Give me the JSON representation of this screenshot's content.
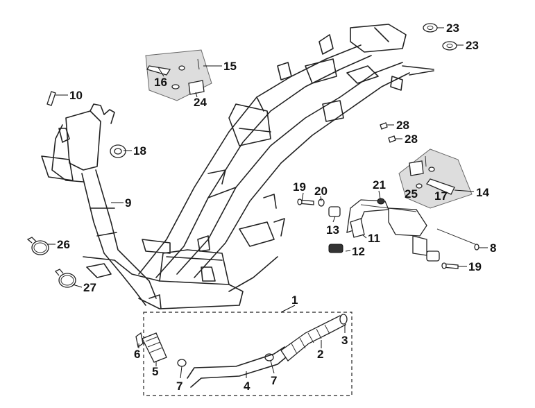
{
  "labels": {
    "p1": "1",
    "p2": "2",
    "p3": "3",
    "p4": "4",
    "p5": "5",
    "p6": "6",
    "p7a": "7",
    "p7b": "7",
    "p8": "8",
    "p9": "9",
    "p10": "10",
    "p11": "11",
    "p12": "12",
    "p13": "13",
    "p14": "14",
    "p15": "15",
    "p16": "16",
    "p17": "17",
    "p18": "18",
    "p19a": "19",
    "p19b": "19",
    "p20": "20",
    "p21": "21",
    "p23a": "23",
    "p23b": "23",
    "p24": "24",
    "p25": "25",
    "p26": "26",
    "p27": "27",
    "p28a": "28",
    "p28b": "28"
  }
}
